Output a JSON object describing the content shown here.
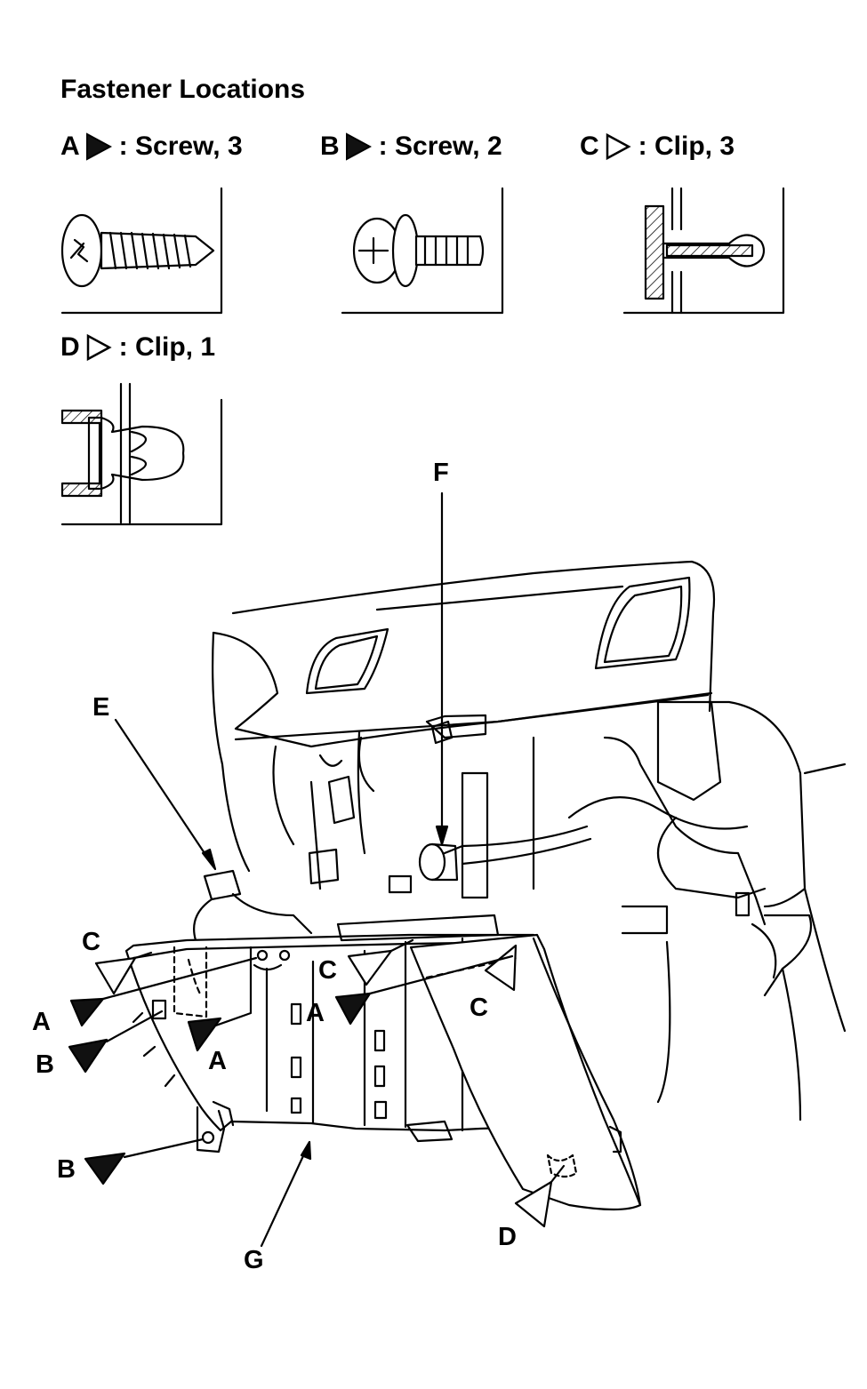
{
  "title": "Fastener Locations",
  "legend": [
    {
      "letter": "A",
      "text": ": Screw, 3",
      "symbol": "filled-triangle",
      "icon": "self-tapping-screw-icon"
    },
    {
      "letter": "B",
      "text": ": Screw, 2",
      "symbol": "filled-triangle",
      "icon": "machine-screw-icon"
    },
    {
      "letter": "C",
      "text": ": Clip, 3",
      "symbol": "outline-triangle",
      "icon": "panel-clip-icon"
    },
    {
      "letter": "D",
      "text": ": Clip, 1",
      "symbol": "outline-triangle",
      "icon": "push-clip-icon"
    }
  ],
  "callouts": {
    "E": "E",
    "F": "F",
    "G": "G",
    "A": "A",
    "B": "B",
    "C": "C",
    "D": "D"
  }
}
